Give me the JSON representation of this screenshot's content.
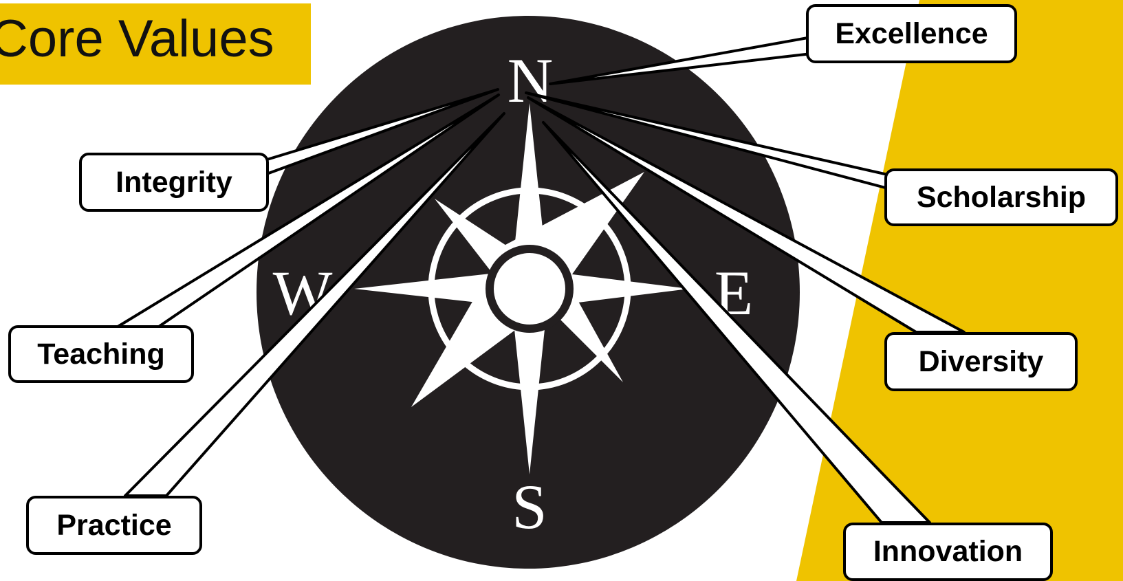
{
  "title": "Core Values",
  "compass": {
    "north": "N",
    "south": "S",
    "east": "E",
    "west": "W"
  },
  "values": [
    "Excellence",
    "Integrity",
    "Scholarship",
    "Teaching",
    "Diversity",
    "Practice",
    "Innovation"
  ],
  "colors": {
    "accent": "#efc300",
    "dial": "#231f20",
    "outline": "#000000",
    "background": "#ffffff"
  }
}
